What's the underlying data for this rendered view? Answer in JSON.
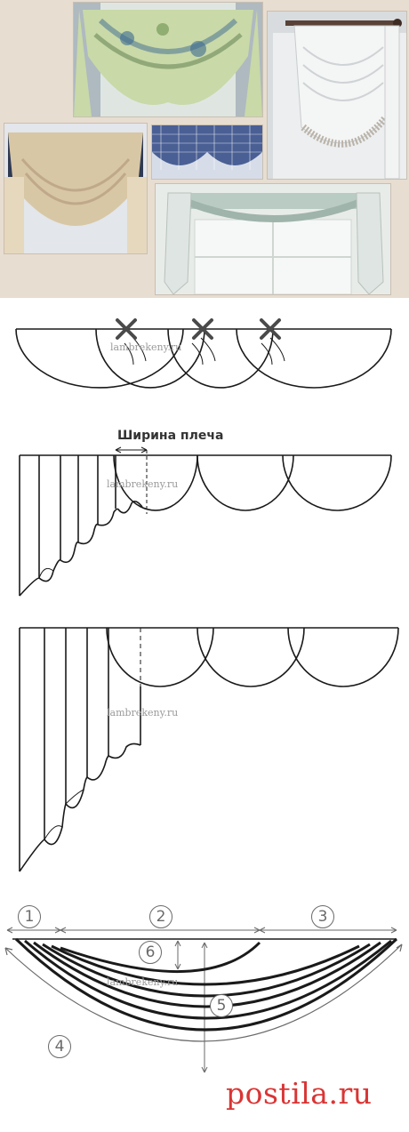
{
  "photos": [
    {
      "name": "floral-swag-valance",
      "fabric": "#c9d9a8",
      "accent": "#3e6a8f"
    },
    {
      "name": "sheer-swag-on-rod",
      "fabric": "#eef0f0",
      "accent": "#8a7a70"
    },
    {
      "name": "beige-swag-on-dark-valance",
      "fabric": "#d8c7a5",
      "accent": "#2f3a52"
    },
    {
      "name": "plaid-blue-swags",
      "fabric": "#4a5f94",
      "accent": "#ffffff"
    },
    {
      "name": "sage-swag-with-tails",
      "fabric": "#b9cbc3",
      "accent": "#f3f5f4"
    }
  ],
  "diagram2": {
    "shoulder_width_label": "Ширина плеча"
  },
  "watermark": "lambrekeny.ru",
  "diagram4": {
    "markers": [
      "1",
      "2",
      "3",
      "4",
      "5",
      "6"
    ]
  },
  "footer": {
    "site_logo": "postila.ru"
  },
  "colors": {
    "line": "#1a1a1a",
    "logo": "#d93535",
    "marker": "#6a6a6a"
  }
}
